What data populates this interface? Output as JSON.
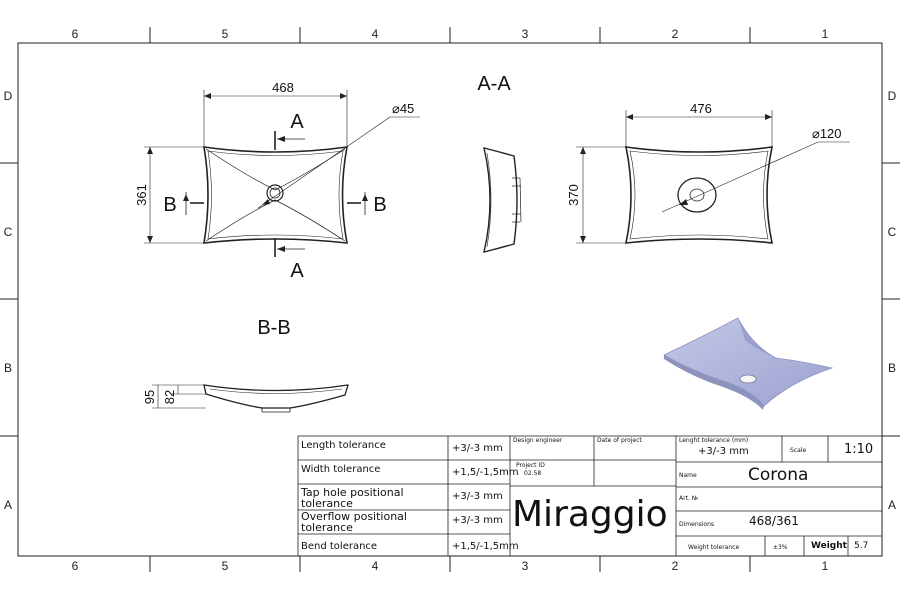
{
  "zones": {
    "columns": [
      "6",
      "5",
      "4",
      "3",
      "2",
      "1"
    ],
    "rows": [
      "D",
      "C",
      "B",
      "A"
    ]
  },
  "views": {
    "section_aa_title": "A-A",
    "section_bb_title": "B-B",
    "cut_label_a": "A",
    "cut_label_b": "B"
  },
  "dimensions": {
    "top_width": "468",
    "top_depth": "361",
    "hole_diameter": "⌀45",
    "bottom_width": "476",
    "bottom_depth": "370",
    "bottom_diameter": "⌀120",
    "height_outer": "95",
    "height_inner": "82"
  },
  "title_block": {
    "tolerances": [
      {
        "label": "Length tolerance",
        "value": "+3/-3 mm"
      },
      {
        "label": "Width tolerance",
        "value": "+1,5/-1,5mm"
      },
      {
        "label": "Tap hole positional tolerance",
        "value": "+3/-3 mm"
      },
      {
        "label": "Overflow positional tolerance",
        "value": "+3/-3 mm"
      },
      {
        "label": "Bend tolerance",
        "value": "+1,5/-1,5mm"
      }
    ],
    "design_engineer_label": "Design engineer",
    "date_of_project_label": "Date of project",
    "project_id_label": "Project ID",
    "project_id_value": "02.58",
    "company": "Miraggio",
    "length_tolerance_label": "Lenght tolerance (mm)",
    "length_tolerance_value": "+3/-3 mm",
    "scale_label": "Scale",
    "scale_value": "1:10",
    "name_label": "Name",
    "name_value": "Corona",
    "art_label": "Art. №",
    "dimensions_label": "Dimensions",
    "dimensions_value": "468/361",
    "weight_tolerance_label": "Weight tolerance",
    "weight_tolerance_value": "±3%",
    "weight_label": "Weight",
    "weight_value": "5.7"
  }
}
